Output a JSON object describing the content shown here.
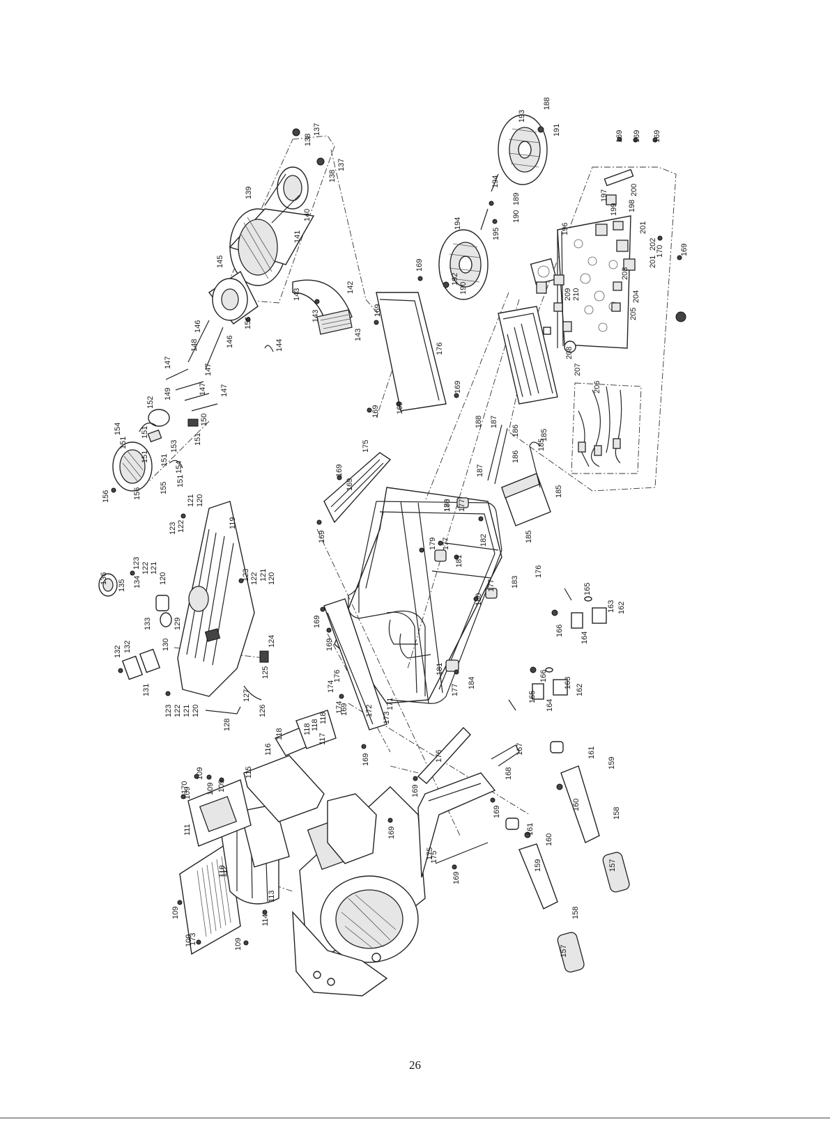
{
  "page": {
    "number": "26"
  },
  "callouts": [
    {
      "t": "109"
    },
    {
      "t": "109"
    },
    {
      "t": "109"
    },
    {
      "t": "109"
    },
    {
      "t": "109"
    },
    {
      "t": "109"
    },
    {
      "t": "109"
    },
    {
      "t": "110"
    },
    {
      "t": "111"
    },
    {
      "t": "112"
    },
    {
      "t": "113"
    },
    {
      "t": "114"
    },
    {
      "t": "115"
    },
    {
      "t": "116"
    },
    {
      "t": "117"
    },
    {
      "t": "118"
    },
    {
      "t": "118"
    },
    {
      "t": "118"
    },
    {
      "t": "118"
    },
    {
      "t": "119"
    },
    {
      "t": "120"
    },
    {
      "t": "121"
    },
    {
      "t": "122"
    },
    {
      "t": "123"
    },
    {
      "t": "120"
    },
    {
      "t": "121"
    },
    {
      "t": "122"
    },
    {
      "t": "123"
    },
    {
      "t": "120"
    },
    {
      "t": "121"
    },
    {
      "t": "122"
    },
    {
      "t": "123"
    },
    {
      "t": "120"
    },
    {
      "t": "121"
    },
    {
      "t": "122"
    },
    {
      "t": "123"
    },
    {
      "t": "124"
    },
    {
      "t": "125"
    },
    {
      "t": "126"
    },
    {
      "t": "127"
    },
    {
      "t": "128"
    },
    {
      "t": "129"
    },
    {
      "t": "130"
    },
    {
      "t": "131"
    },
    {
      "t": "132"
    },
    {
      "t": "132"
    },
    {
      "t": "133"
    },
    {
      "t": "134"
    },
    {
      "t": "135"
    },
    {
      "t": "136"
    },
    {
      "t": "137"
    },
    {
      "t": "137"
    },
    {
      "t": "138"
    },
    {
      "t": "138"
    },
    {
      "t": "139"
    },
    {
      "t": "140"
    },
    {
      "t": "141"
    },
    {
      "t": "142"
    },
    {
      "t": "143"
    },
    {
      "t": "143"
    },
    {
      "t": "143"
    },
    {
      "t": "144"
    },
    {
      "t": "145"
    },
    {
      "t": "146"
    },
    {
      "t": "146"
    },
    {
      "t": "147"
    },
    {
      "t": "147"
    },
    {
      "t": "147"
    },
    {
      "t": "147"
    },
    {
      "t": "148"
    },
    {
      "t": "149"
    },
    {
      "t": "150"
    },
    {
      "t": "151"
    },
    {
      "t": "151"
    },
    {
      "t": "151"
    },
    {
      "t": "151"
    },
    {
      "t": "151"
    },
    {
      "t": "151"
    },
    {
      "t": "152"
    },
    {
      "t": "153"
    },
    {
      "t": "154"
    },
    {
      "t": "154"
    },
    {
      "t": "155"
    },
    {
      "t": "156"
    },
    {
      "t": "156"
    },
    {
      "t": "156"
    },
    {
      "t": "157"
    },
    {
      "t": "157"
    },
    {
      "t": "158"
    },
    {
      "t": "158"
    },
    {
      "t": "159"
    },
    {
      "t": "159"
    },
    {
      "t": "160"
    },
    {
      "t": "160"
    },
    {
      "t": "161"
    },
    {
      "t": "161"
    },
    {
      "t": "162"
    },
    {
      "t": "162"
    },
    {
      "t": "163"
    },
    {
      "t": "163"
    },
    {
      "t": "164"
    },
    {
      "t": "164"
    },
    {
      "t": "165"
    },
    {
      "t": "165"
    },
    {
      "t": "166"
    },
    {
      "t": "166"
    },
    {
      "t": "167"
    },
    {
      "t": "168"
    },
    {
      "t": "169"
    },
    {
      "t": "169"
    },
    {
      "t": "169"
    },
    {
      "t": "169"
    },
    {
      "t": "169"
    },
    {
      "t": "169"
    },
    {
      "t": "169"
    },
    {
      "t": "169"
    },
    {
      "t": "169"
    },
    {
      "t": "169"
    },
    {
      "t": "169"
    },
    {
      "t": "169"
    },
    {
      "t": "169"
    },
    {
      "t": "169"
    },
    {
      "t": "169"
    },
    {
      "t": "169"
    },
    {
      "t": "169"
    },
    {
      "t": "169"
    },
    {
      "t": "169"
    },
    {
      "t": "169"
    },
    {
      "t": "170"
    },
    {
      "t": "170"
    },
    {
      "t": "171"
    },
    {
      "t": "172"
    },
    {
      "t": "173"
    },
    {
      "t": "173"
    },
    {
      "t": "174"
    },
    {
      "t": "174"
    },
    {
      "t": "175"
    },
    {
      "t": "175"
    },
    {
      "t": "175"
    },
    {
      "t": "176"
    },
    {
      "t": "176"
    },
    {
      "t": "176"
    },
    {
      "t": "176"
    },
    {
      "t": "177"
    },
    {
      "t": "177"
    },
    {
      "t": "177"
    },
    {
      "t": "177"
    },
    {
      "t": "178"
    },
    {
      "t": "179"
    },
    {
      "t": "180"
    },
    {
      "t": "180"
    },
    {
      "t": "181"
    },
    {
      "t": "181"
    },
    {
      "t": "182"
    },
    {
      "t": "183"
    },
    {
      "t": "184"
    },
    {
      "t": "185"
    },
    {
      "t": "185"
    },
    {
      "t": "185"
    },
    {
      "t": "185"
    },
    {
      "t": "186"
    },
    {
      "t": "186"
    },
    {
      "t": "187"
    },
    {
      "t": "187"
    },
    {
      "t": "188"
    },
    {
      "t": "188"
    },
    {
      "t": "189"
    },
    {
      "t": "190"
    },
    {
      "t": "190"
    },
    {
      "t": "191"
    },
    {
      "t": "192"
    },
    {
      "t": "193"
    },
    {
      "t": "194"
    },
    {
      "t": "194"
    },
    {
      "t": "195"
    },
    {
      "t": "196"
    },
    {
      "t": "197"
    },
    {
      "t": "198"
    },
    {
      "t": "199"
    },
    {
      "t": "200"
    },
    {
      "t": "201"
    },
    {
      "t": "201"
    },
    {
      "t": "202"
    },
    {
      "t": "203"
    },
    {
      "t": "204"
    },
    {
      "t": "205"
    },
    {
      "t": "206"
    },
    {
      "t": "207"
    },
    {
      "t": "208"
    },
    {
      "t": "209"
    },
    {
      "t": "210"
    }
  ]
}
